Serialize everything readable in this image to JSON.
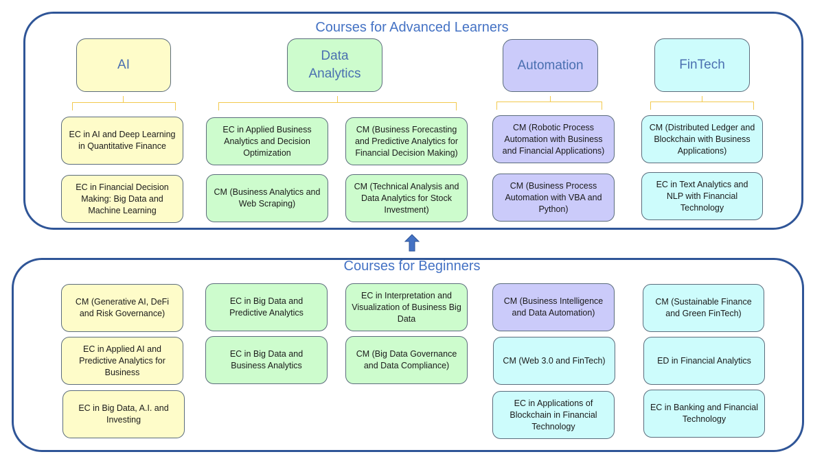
{
  "advanced": {
    "title": "Courses for Advanced Learners",
    "categories": [
      {
        "label": "AI",
        "color": "#fefcc9"
      },
      {
        "label": "Data Analytics",
        "color": "#cdfccd"
      },
      {
        "label": "Automation",
        "color": "#cbcbfa"
      },
      {
        "label": "FinTech",
        "color": "#cdfcfc"
      }
    ],
    "ai_courses": [
      "EC in AI and Deep Learning in Quantitative Finance",
      "EC in Financial Decision Making: Big Data and Machine Learning"
    ],
    "data_analytics_courses": [
      "EC in Applied Business Analytics and Decision Optimization",
      "CM (Business Forecasting and Predictive Analytics for Financial Decision Making)",
      "CM (Business Analytics and Web Scraping)",
      "CM (Technical Analysis and Data Analytics for Stock Investment)"
    ],
    "automation_courses": [
      "CM (Robotic Process Automation with Business and Financial Applications)",
      "CM (Business Process Automation with VBA and Python)"
    ],
    "fintech_courses": [
      "CM (Distributed Ledger and Blockchain with Business Applications)",
      "EC in Text Analytics and NLP with Financial Technology"
    ]
  },
  "arrow": {
    "icon": "up-arrow-icon",
    "color": "#4472c4"
  },
  "beginners": {
    "title": "Courses for Beginners",
    "ai_courses": [
      "CM (Generative AI, DeFi and Risk Governance)",
      "EC in Applied AI and Predictive Analytics for Business",
      "EC in Big Data, A.I. and Investing"
    ],
    "data_analytics_courses": [
      "EC in Big Data and Predictive Analytics",
      "EC in Big Data and Business Analytics",
      "EC in Interpretation and Visualization of Business Big Data",
      "CM (Big Data Governance and Data Compliance)"
    ],
    "automation_fintech_courses": [
      "CM (Business Intelligence and Data Automation)",
      "CM (Web 3.0 and FinTech)",
      "EC in Applications of Blockchain in Financial Technology"
    ],
    "fintech_courses": [
      "CM (Sustainable Finance and Green FinTech)",
      "ED in Financial Analytics",
      "EC in Banking and Financial Technology"
    ]
  },
  "colors": {
    "panel_border": "#2f5597",
    "title": "#4472c4",
    "bracket": "#f2c94c",
    "ai": "#fefcc9",
    "data_analytics": "#cdfccd",
    "automation": "#cbcbfa",
    "fintech": "#cdfcfc"
  }
}
